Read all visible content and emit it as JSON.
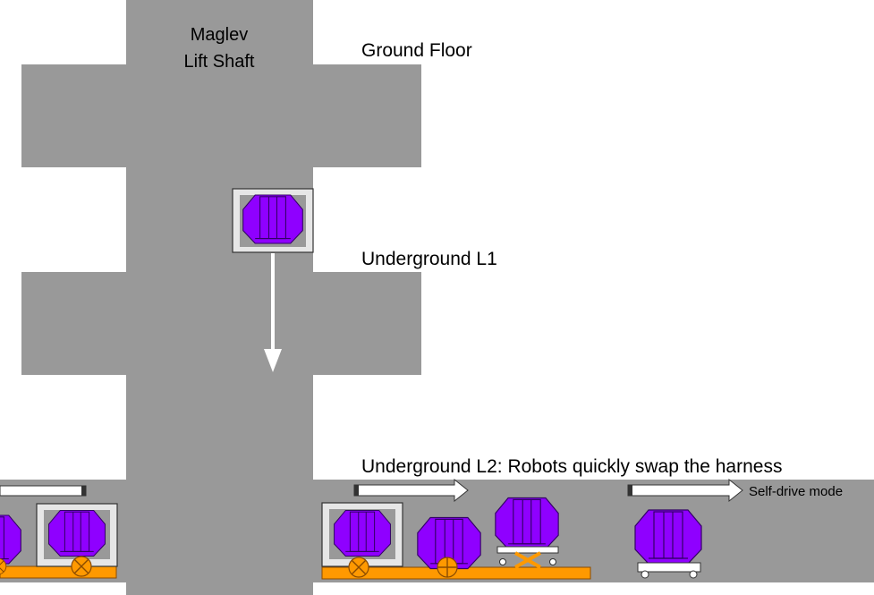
{
  "labels": {
    "shaft": [
      "Maglev",
      "Lift Shaft"
    ],
    "ground_floor": "Ground Floor",
    "underground_l1": "Underground L1",
    "underground_l2": "Underground L2: Robots quickly swap the harness",
    "self_drive": "Self-drive mode"
  },
  "colors": {
    "concrete": "#999999",
    "vehicle_fill": "#8f00ff",
    "vehicle_stroke": "#330066",
    "carrier_frame": "#e6e6e6",
    "rail": "#ff9900",
    "roller": "#ff9900",
    "arrow_fill": "#ffffff",
    "arrow_stroke": "#666666",
    "text": "#000000"
  },
  "icons": [
    "vehicle-pod-icon",
    "down-arrow-icon",
    "right-arrow-icon",
    "roller-x-icon",
    "roller-plus-icon",
    "scissor-lift-icon",
    "wheel-icon"
  ]
}
